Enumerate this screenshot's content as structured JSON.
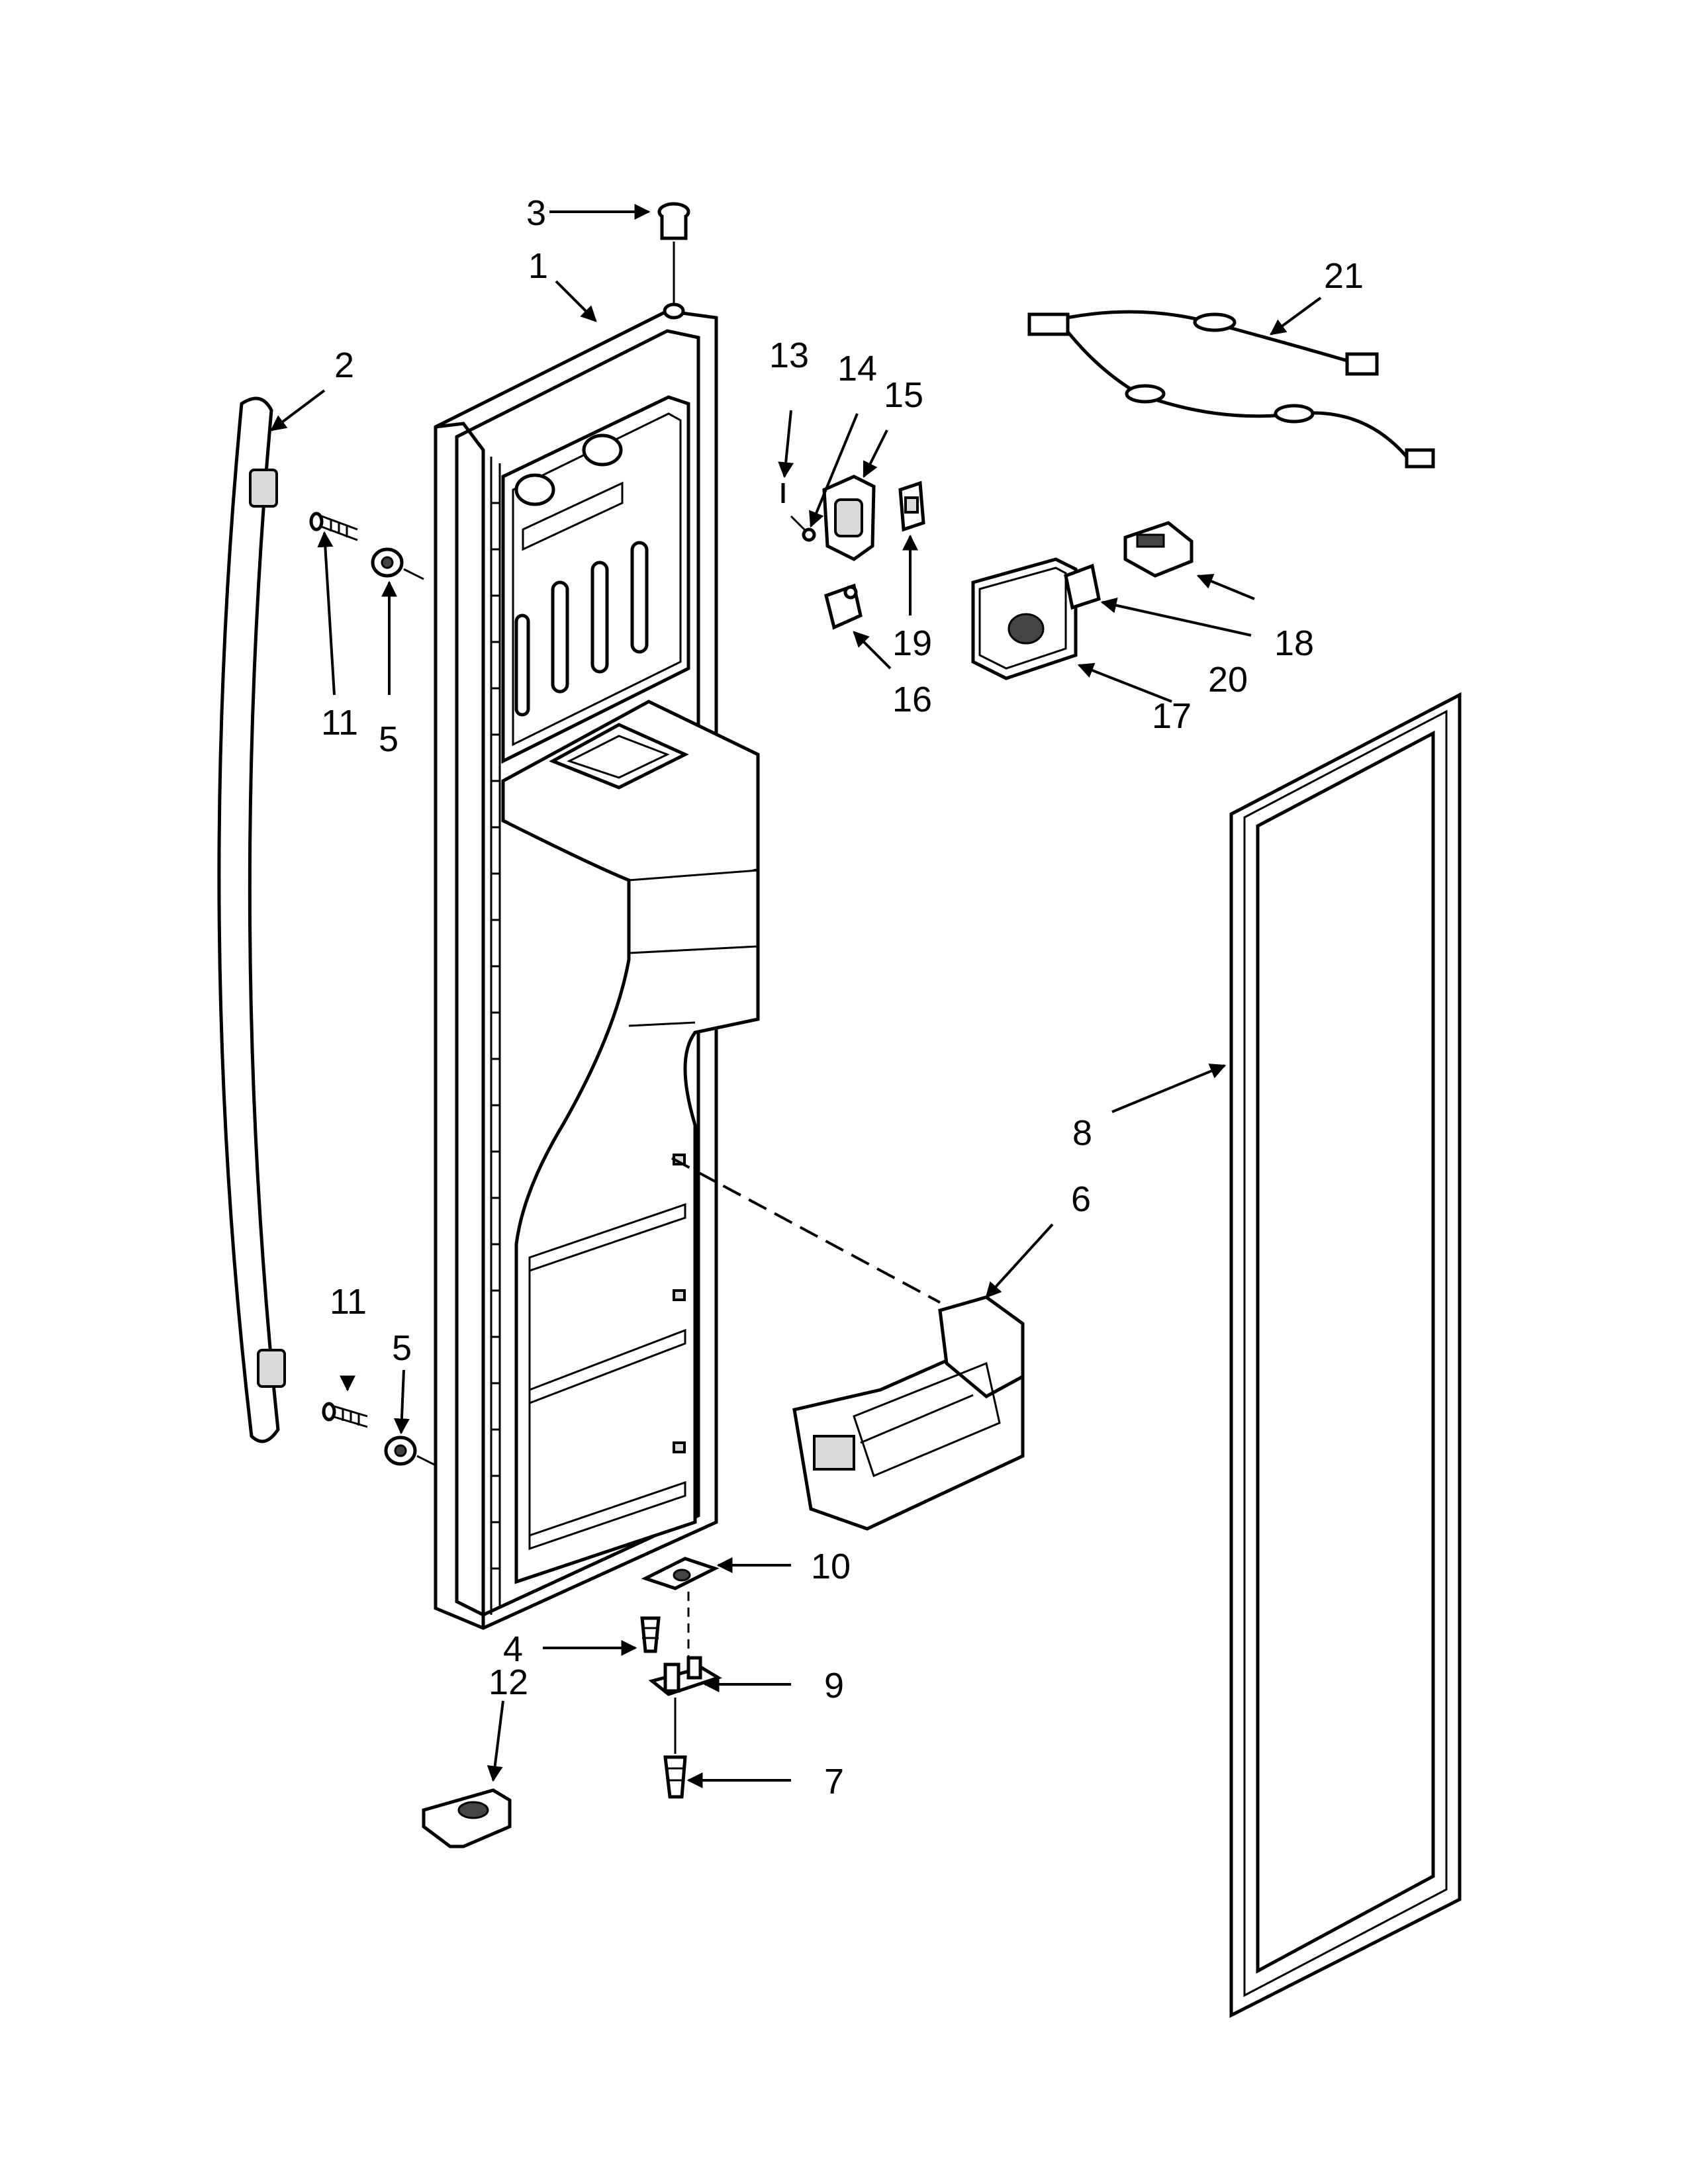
{
  "diagram": {
    "type": "exploded-parts-view",
    "callouts": {
      "c1": "1",
      "c2": "2",
      "c3": "3",
      "c4": "4",
      "c5a": "5",
      "c5b": "5",
      "c6": "6",
      "c7": "7",
      "c8": "8",
      "c9": "9",
      "c10": "10",
      "c11a": "11",
      "c11b": "11",
      "c12": "12",
      "c13": "13",
      "c14": "14",
      "c15": "15",
      "c16": "16",
      "c17": "17",
      "c18": "18",
      "c19": "19",
      "c20": "20",
      "c21": "21"
    }
  }
}
